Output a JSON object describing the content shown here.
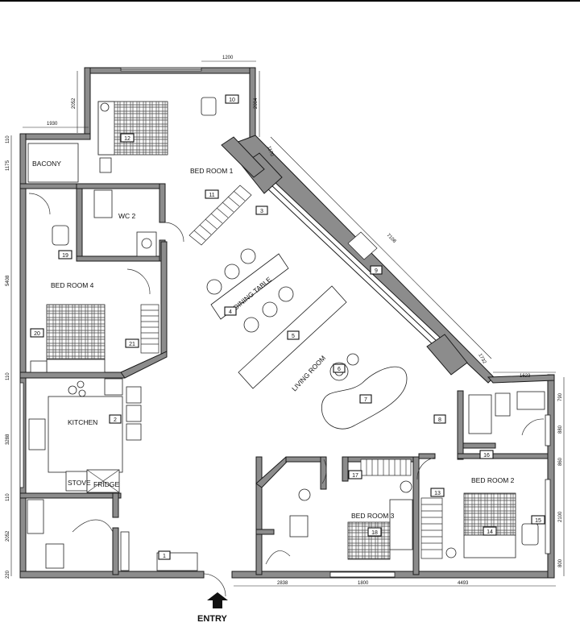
{
  "rooms": {
    "balcony": "BACONY",
    "bedroom1": "BED ROOM 1",
    "wc2": "WC 2",
    "bedroom4": "BED ROOM 4",
    "dining": "DINING TABLE",
    "living": "LIVING ROOM",
    "kitchen": "KITCHEN",
    "stove": "STOVE",
    "fridge": "FRIDGE",
    "bedroom2": "BED ROOM 2",
    "bedroom3": "BED ROOM 3",
    "entry": "ENTRY"
  },
  "tags": [
    "1",
    "2",
    "3",
    "4",
    "5",
    "6",
    "7",
    "8",
    "9",
    "10",
    "11",
    "12",
    "13",
    "14",
    "15",
    "16",
    "17",
    "18",
    "19",
    "20",
    "21"
  ],
  "dimensions": {
    "top_1200": "1200",
    "left_2052a": "2052",
    "right_2004": "2004",
    "left_1930": "1930",
    "left_1175": "1175",
    "diag_1170": "1170",
    "diag_7108": "7108",
    "diag_1732": "1732",
    "right_1623": "1623",
    "right_790": "790",
    "right_880": "880",
    "right_860": "860",
    "right_2100": "2100",
    "right_800": "800",
    "left_5408": "5408",
    "left_110a": "110",
    "left_110b": "110",
    "left_110c": "110",
    "left_3288": "3288",
    "left_2052b": "2052",
    "left_220": "220",
    "bottom_2838": "2838",
    "bottom_1800": "1800",
    "bottom_4493": "4493"
  }
}
